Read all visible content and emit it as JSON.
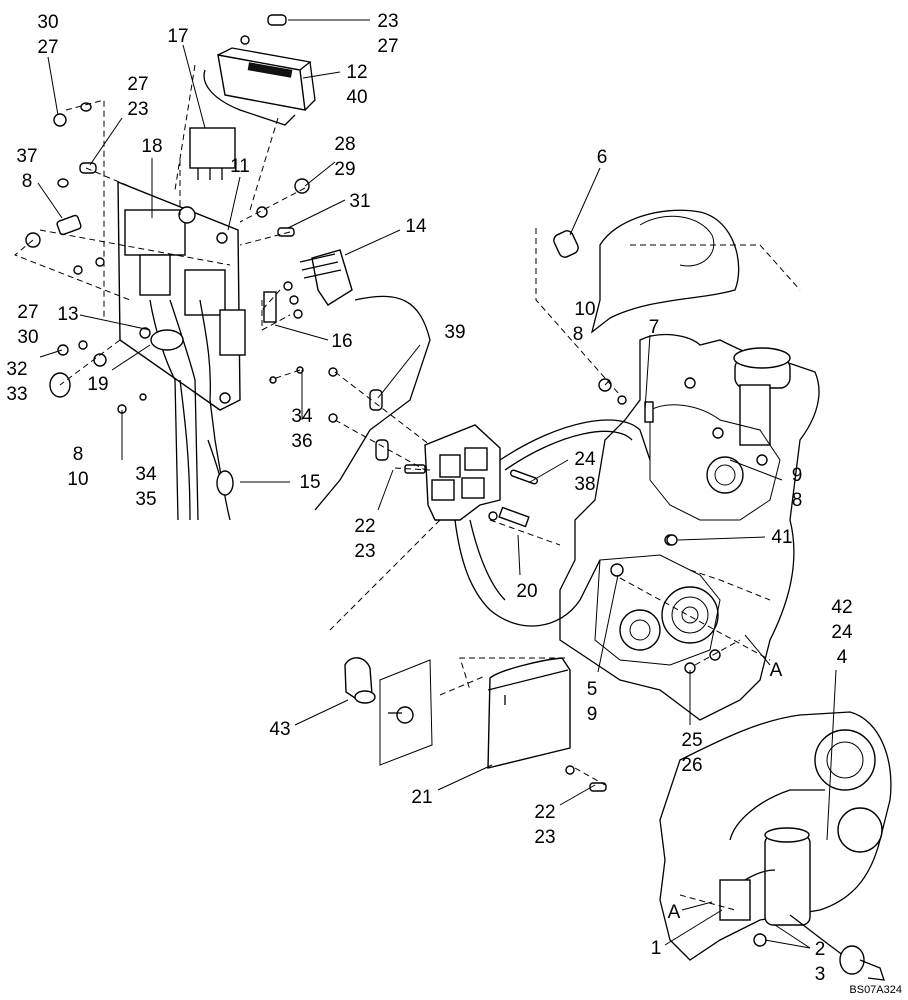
{
  "figure_code": "BS07A324",
  "callouts": [
    {
      "id": "c1",
      "lines": [
        "30",
        "27"
      ]
    },
    {
      "id": "c2",
      "lines": [
        "23",
        "27"
      ]
    },
    {
      "id": "c3",
      "lines": [
        "17"
      ]
    },
    {
      "id": "c4",
      "lines": [
        "12",
        "40"
      ]
    },
    {
      "id": "c5",
      "lines": [
        "27",
        "23"
      ]
    },
    {
      "id": "c6",
      "lines": [
        "18"
      ]
    },
    {
      "id": "c7",
      "lines": [
        "37",
        "8"
      ]
    },
    {
      "id": "c8",
      "lines": [
        "28",
        "29"
      ]
    },
    {
      "id": "c9",
      "lines": [
        "11"
      ]
    },
    {
      "id": "c10",
      "lines": [
        "31"
      ]
    },
    {
      "id": "c11",
      "lines": [
        "14"
      ]
    },
    {
      "id": "c12",
      "lines": [
        "6"
      ]
    },
    {
      "id": "c13",
      "lines": [
        "27",
        "30"
      ]
    },
    {
      "id": "c14",
      "lines": [
        "13"
      ]
    },
    {
      "id": "c15",
      "lines": [
        "10"
      ]
    },
    {
      "id": "c16",
      "lines": [
        "8"
      ]
    },
    {
      "id": "c17",
      "lines": [
        "7"
      ]
    },
    {
      "id": "c18",
      "lines": [
        "16"
      ]
    },
    {
      "id": "c19",
      "lines": [
        "39"
      ]
    },
    {
      "id": "c20",
      "lines": [
        "32",
        "33"
      ]
    },
    {
      "id": "c21",
      "lines": [
        "19"
      ]
    },
    {
      "id": "c22",
      "lines": [
        "8",
        "10"
      ]
    },
    {
      "id": "c23",
      "lines": [
        "34",
        "36"
      ]
    },
    {
      "id": "c24",
      "lines": [
        "34",
        "35"
      ]
    },
    {
      "id": "c25",
      "lines": [
        "15"
      ]
    },
    {
      "id": "c26",
      "lines": [
        "24",
        "38"
      ]
    },
    {
      "id": "c27",
      "lines": [
        "9",
        "8"
      ]
    },
    {
      "id": "c28",
      "lines": [
        "22",
        "23"
      ]
    },
    {
      "id": "c29",
      "lines": [
        "41"
      ]
    },
    {
      "id": "c30",
      "lines": [
        "20"
      ]
    },
    {
      "id": "c31",
      "lines": [
        "42",
        "24",
        "4"
      ]
    },
    {
      "id": "c32",
      "lines": [
        "A"
      ]
    },
    {
      "id": "c33",
      "lines": [
        "5",
        "9"
      ]
    },
    {
      "id": "c34",
      "lines": [
        "25",
        "26"
      ]
    },
    {
      "id": "c35",
      "lines": [
        "43"
      ]
    },
    {
      "id": "c36",
      "lines": [
        "21"
      ]
    },
    {
      "id": "c37",
      "lines": [
        "22",
        "23"
      ]
    },
    {
      "id": "c38",
      "lines": [
        "A"
      ]
    },
    {
      "id": "c39",
      "lines": [
        "1"
      ]
    },
    {
      "id": "c40",
      "lines": [
        "2",
        "3"
      ]
    }
  ]
}
